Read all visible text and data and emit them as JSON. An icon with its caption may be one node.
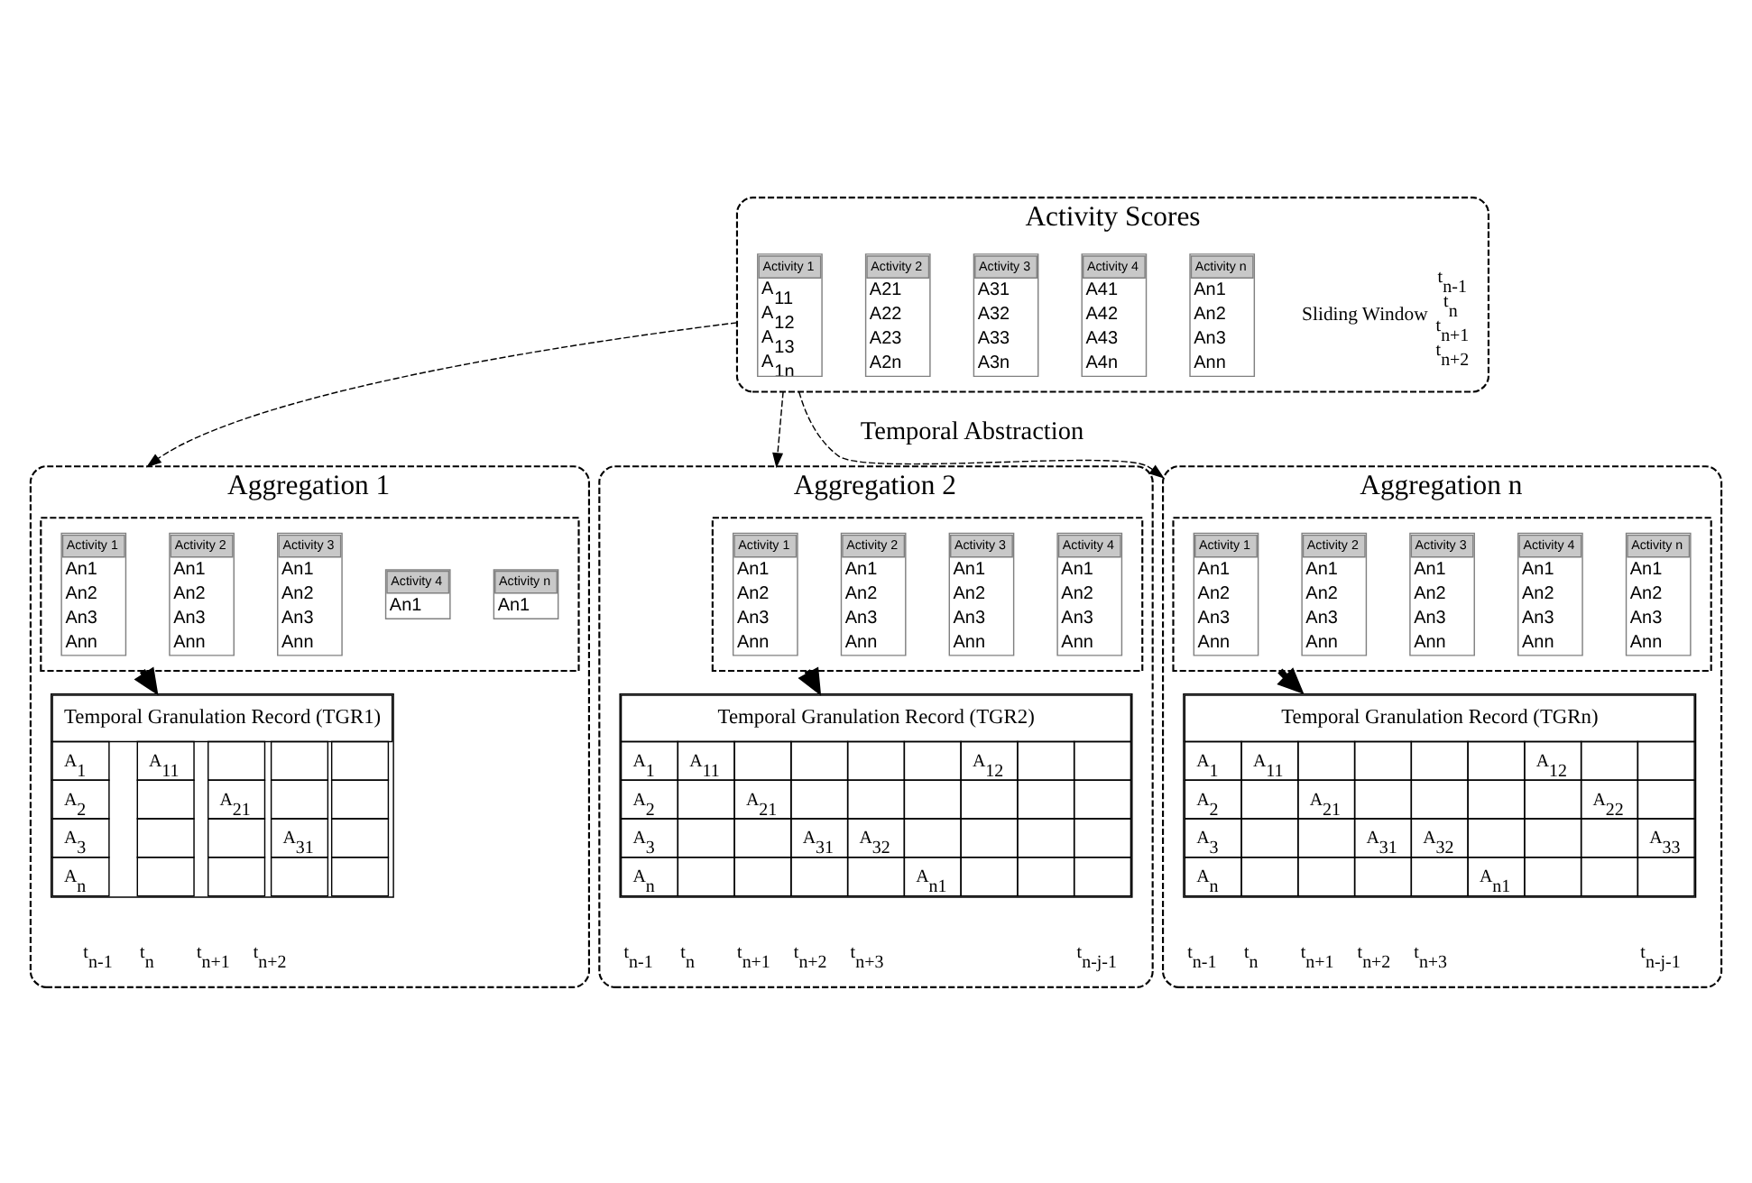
{
  "diagram": {
    "nodes": [
      {
        "text": [
          "Activity Scores"
        ]
      },
      {
        "text": [
          "Activity 1",
          "A$_{11}$",
          "A$_{12}$",
          "A$_{13}$",
          "A$_{1n}$"
        ],
        "in": 0
      },
      {
        "text": [
          "Activity 2",
          "A21",
          "A22",
          "A23",
          "A2n"
        ],
        "in": 0
      },
      {
        "text": [
          "Activity 3",
          "A31",
          "A32",
          "A33",
          "A3n"
        ],
        "in": 0
      },
      {
        "text": [
          "Activity 4",
          "A41",
          "A42",
          "A43",
          "A4n"
        ],
        "in": 0
      },
      {
        "text": [
          "Activity n",
          "An1",
          "An2",
          "An3",
          "Ann"
        ],
        "in": 0
      },
      {
        "text": [
          "Aggregation 1"
        ]
      },
      {
        "text": [],
        "shape": "box",
        "in": 6
      },
      {
        "text": [
          "Activity 1",
          "An1",
          "An2",
          "An3",
          "Ann"
        ],
        "in": 7
      },
      {
        "text": [
          "Activity 2",
          "An1",
          "An2",
          "An3",
          "Ann"
        ],
        "in": 7
      },
      {
        "text": [
          "Activity 3",
          "An1",
          "An2",
          "An3",
          "Ann"
        ],
        "in": 7
      },
      {
        "text": [
          "Activity 4",
          "An1"
        ],
        "in": 7
      },
      {
        "text": [
          "Activity n",
          "An1"
        ],
        "in": 7
      },
      {
        "text": [
          "Temporal Granulation Record (TGR1)",
          "A$_{1}$",
          "A$_{11}$",
          "A$_{2}$",
          "A$_{21}$",
          "A$_{3}$",
          "A$_{31}$",
          "A$_{n}$"
        ],
        "in": 6,
        "beside": [
          "t$_{n-1}$",
          "t$_{n}$",
          "t$_{n+1}$",
          "t$_{n+2}$"
        ]
      },
      {
        "text": [
          "Aggregation 2"
        ]
      },
      {
        "text": [],
        "shape": "box",
        "in": 14
      },
      {
        "text": [
          "Activity 1",
          "An1",
          "An2",
          "An3",
          "Ann"
        ],
        "in": 15
      },
      {
        "text": [
          "Activity 2",
          "An1",
          "An2",
          "An3",
          "Ann"
        ],
        "in": 15
      },
      {
        "text": [
          "Activity 3",
          "An1",
          "An2",
          "An3",
          "Ann"
        ],
        "in": 15
      },
      {
        "text": [
          "Activity 4",
          "An1",
          "An2",
          "An3",
          "Ann"
        ],
        "in": 15
      },
      {
        "text": [
          "Temporal Granulation Record (TGR2)",
          "A$_{1}$",
          "A$_{11}$",
          "A$_{12}$",
          "A$_{2}$",
          "A$_{21}$",
          "A$_{3}$",
          "A$_{31}$",
          "A$_{32}$",
          "A$_{n}$",
          "A$_{n1}$"
        ],
        "in": 14,
        "beside": [
          "t$_{n-1}$",
          "t$_{n}$",
          "t$_{n+1}$",
          "t$_{n+2}$",
          "t$_{n+3}$",
          "t$_{n-j-1}$"
        ]
      },
      {
        "text": [
          "Aggregation n"
        ]
      },
      {
        "text": [],
        "shape": "box",
        "in": 21
      },
      {
        "text": [
          "Activity 1",
          "An1",
          "An2",
          "An3",
          "Ann"
        ],
        "in": 22
      },
      {
        "text": [
          "Activity 2",
          "An1",
          "An2",
          "An3",
          "Ann"
        ],
        "in": 22
      },
      {
        "text": [
          "Activity 3",
          "An1",
          "An2",
          "An3",
          "Ann"
        ],
        "in": 22
      },
      {
        "text": [
          "Activity 4",
          "An1",
          "An2",
          "An3",
          "Ann"
        ],
        "in": 22
      },
      {
        "text": [
          "Activity n",
          "An1",
          "An2",
          "An3",
          "Ann"
        ],
        "in": 22
      },
      {
        "text": [
          "Temporal Granulation Record (TGRn)",
          "A$_{1}$",
          "A$_{11}$",
          "A$_{12}$",
          "A$_{2}$",
          "A$_{21}$",
          "A$_{22}$",
          "A$_{3}$",
          "A$_{31}$",
          "A$_{32}$",
          "A$_{33}$",
          "A$_{n}$",
          "A$_{n1}$"
        ],
        "in": 21,
        "beside": [
          "t$_{n-1}$",
          "t$_{n}$",
          "t$_{n+1}$",
          "t$_{n+2}$",
          "t$_{n+3}$",
          "t$_{n-j-1}$"
        ]
      }
    ],
    "edges": [
      {
        "from": 0,
        "to": 6,
        "arrow": "to",
        "style": "dashed"
      },
      {
        "from": 0,
        "to": 14,
        "arrow": "to",
        "style": "dashed"
      },
      {
        "from": 0,
        "to": 21,
        "arrow": "to",
        "style": "dashed"
      },
      {
        "from": 7,
        "to": 13,
        "arrow": "to",
        "style": "thick"
      },
      {
        "from": 15,
        "to": 20,
        "arrow": "to",
        "style": "thick"
      },
      {
        "from": 22,
        "to": 28,
        "arrow": "to",
        "style": "thick"
      }
    ],
    "labels": [
      "Sliding Window",
      "t$_{n-1}$",
      "t$_{n}$",
      "t$_{n+1}$",
      "t$_{n+2}$",
      "Temporal Abstraction"
    ]
  }
}
